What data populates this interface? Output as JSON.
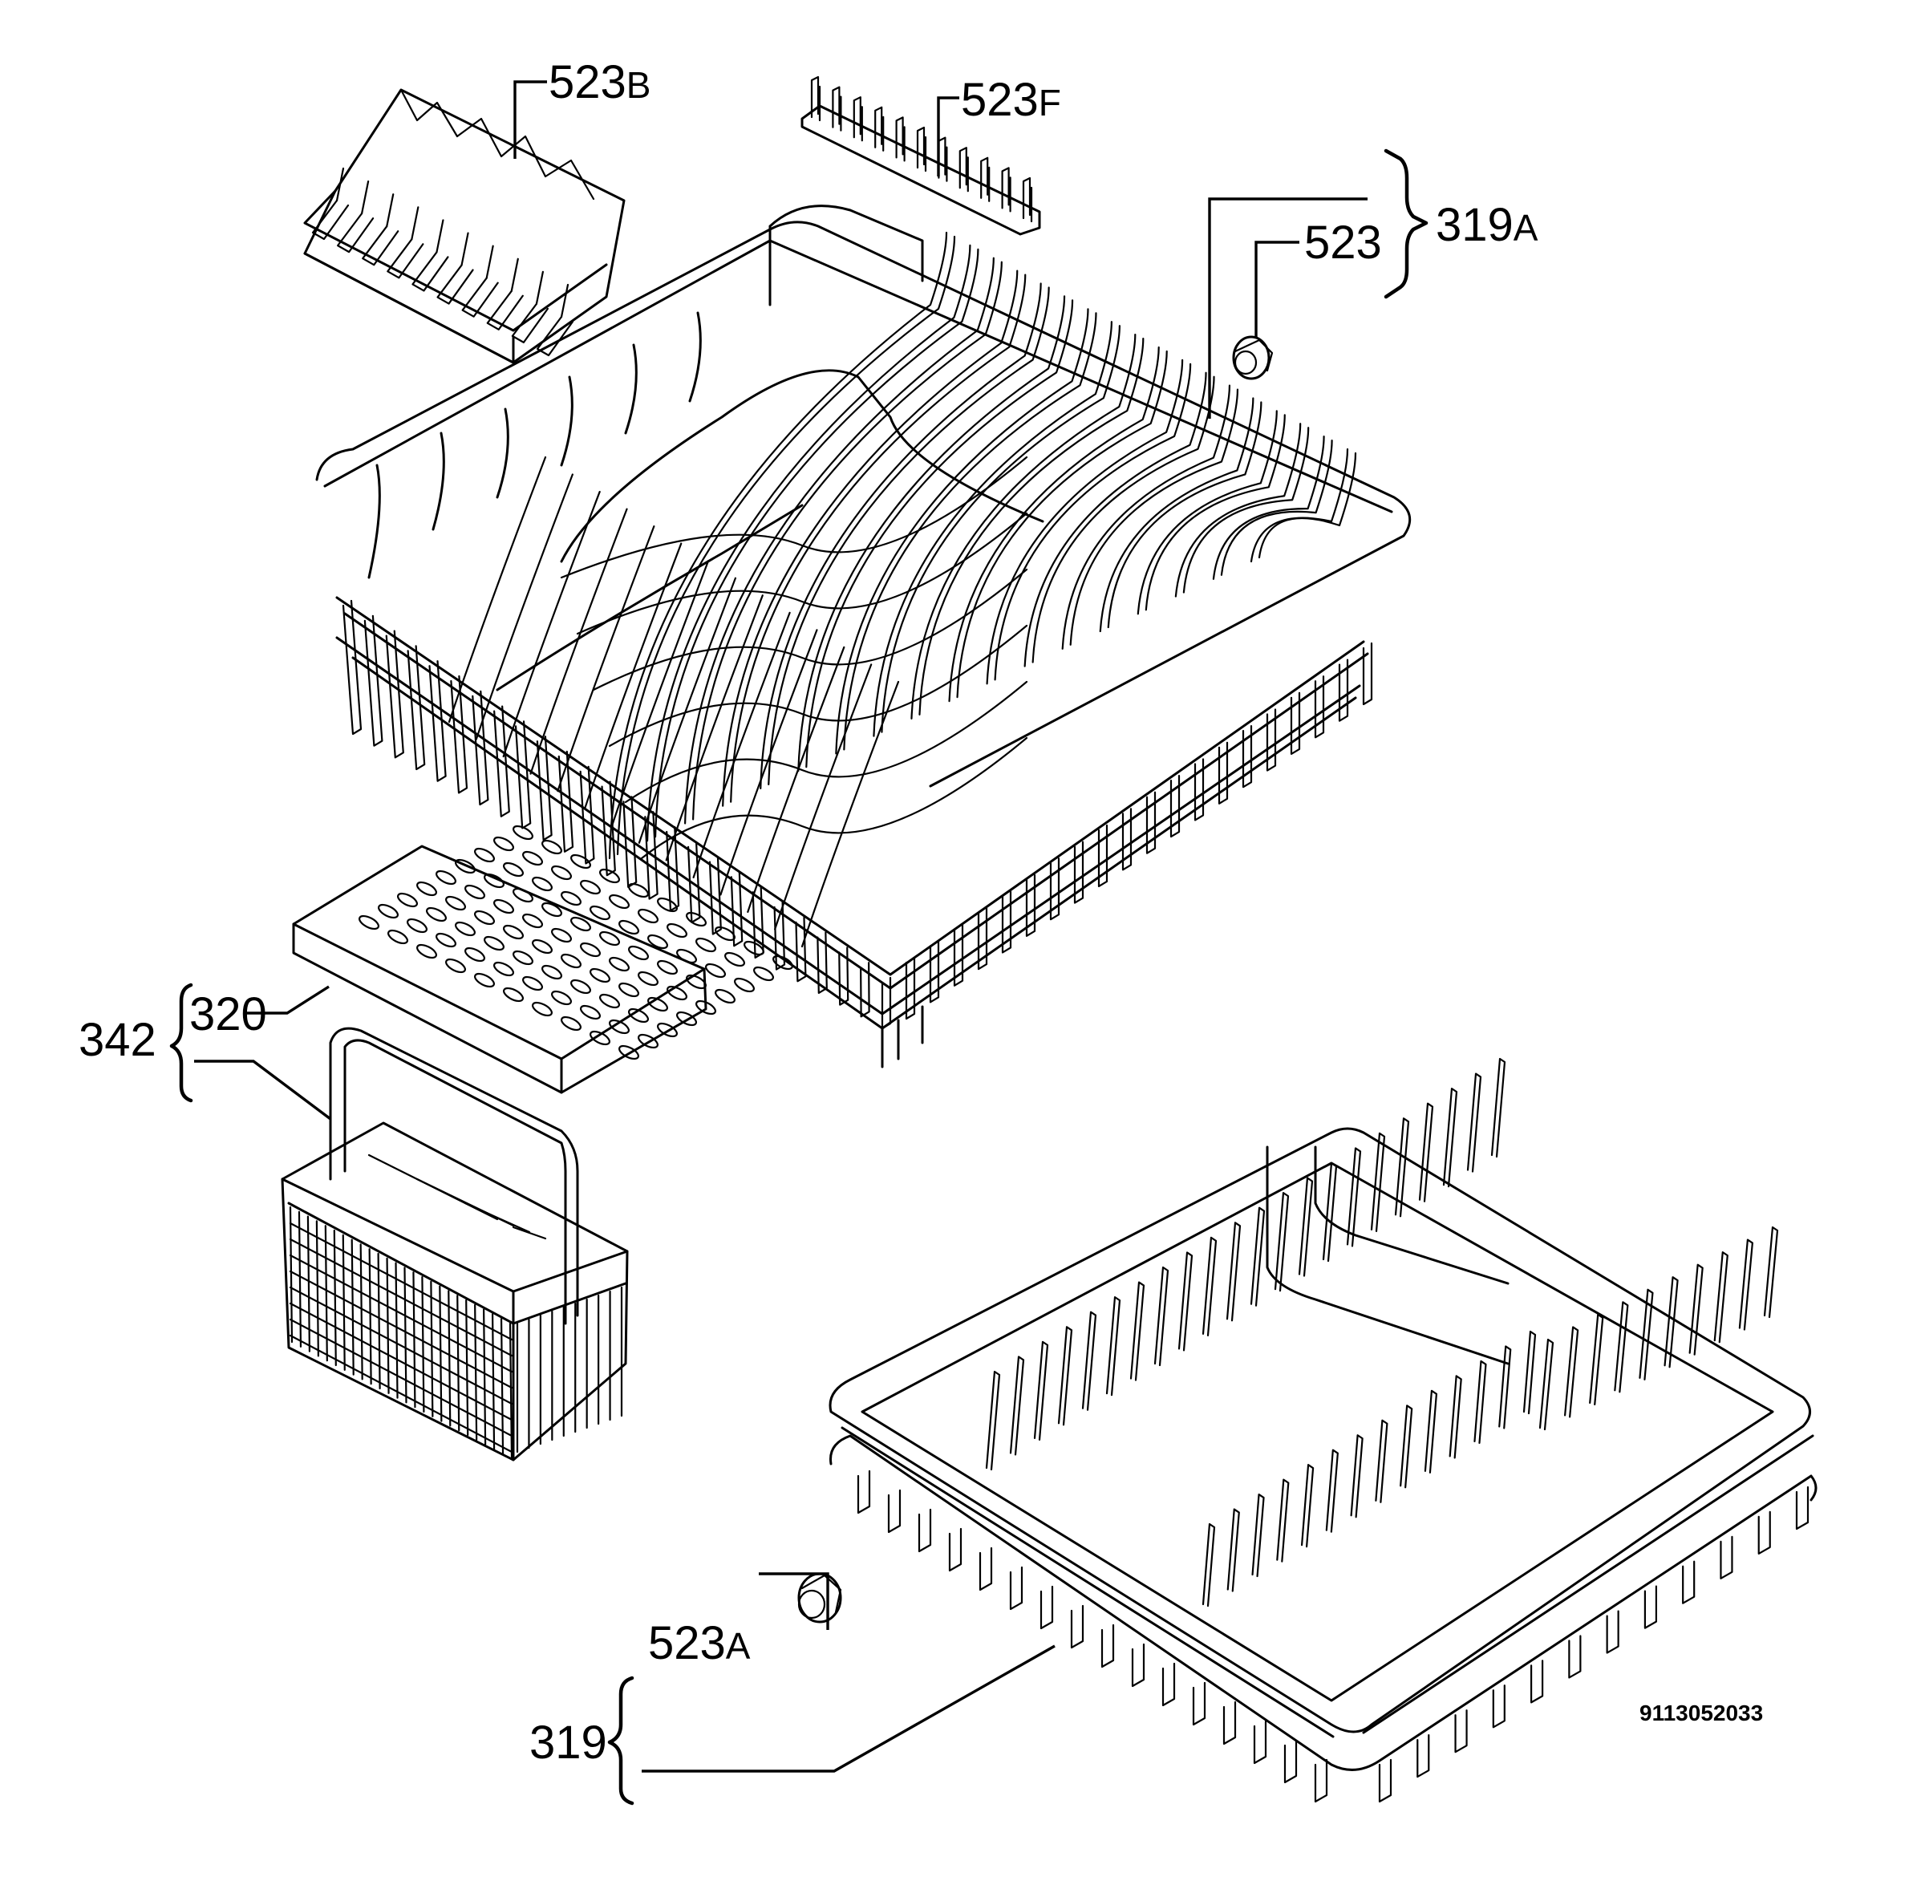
{
  "labels": {
    "p523b": {
      "num": "523",
      "suffix": "B"
    },
    "p523f": {
      "num": "523",
      "suffix": "F"
    },
    "p319a": {
      "num": "319",
      "suffix": "A"
    },
    "p523": {
      "num": "523",
      "suffix": ""
    },
    "p320": {
      "num": "320",
      "suffix": ""
    },
    "p342": {
      "num": "342",
      "suffix": ""
    },
    "p523a": {
      "num": "523",
      "suffix": "A"
    },
    "p319": {
      "num": "319",
      "suffix": ""
    }
  },
  "document_number": "9113052033"
}
